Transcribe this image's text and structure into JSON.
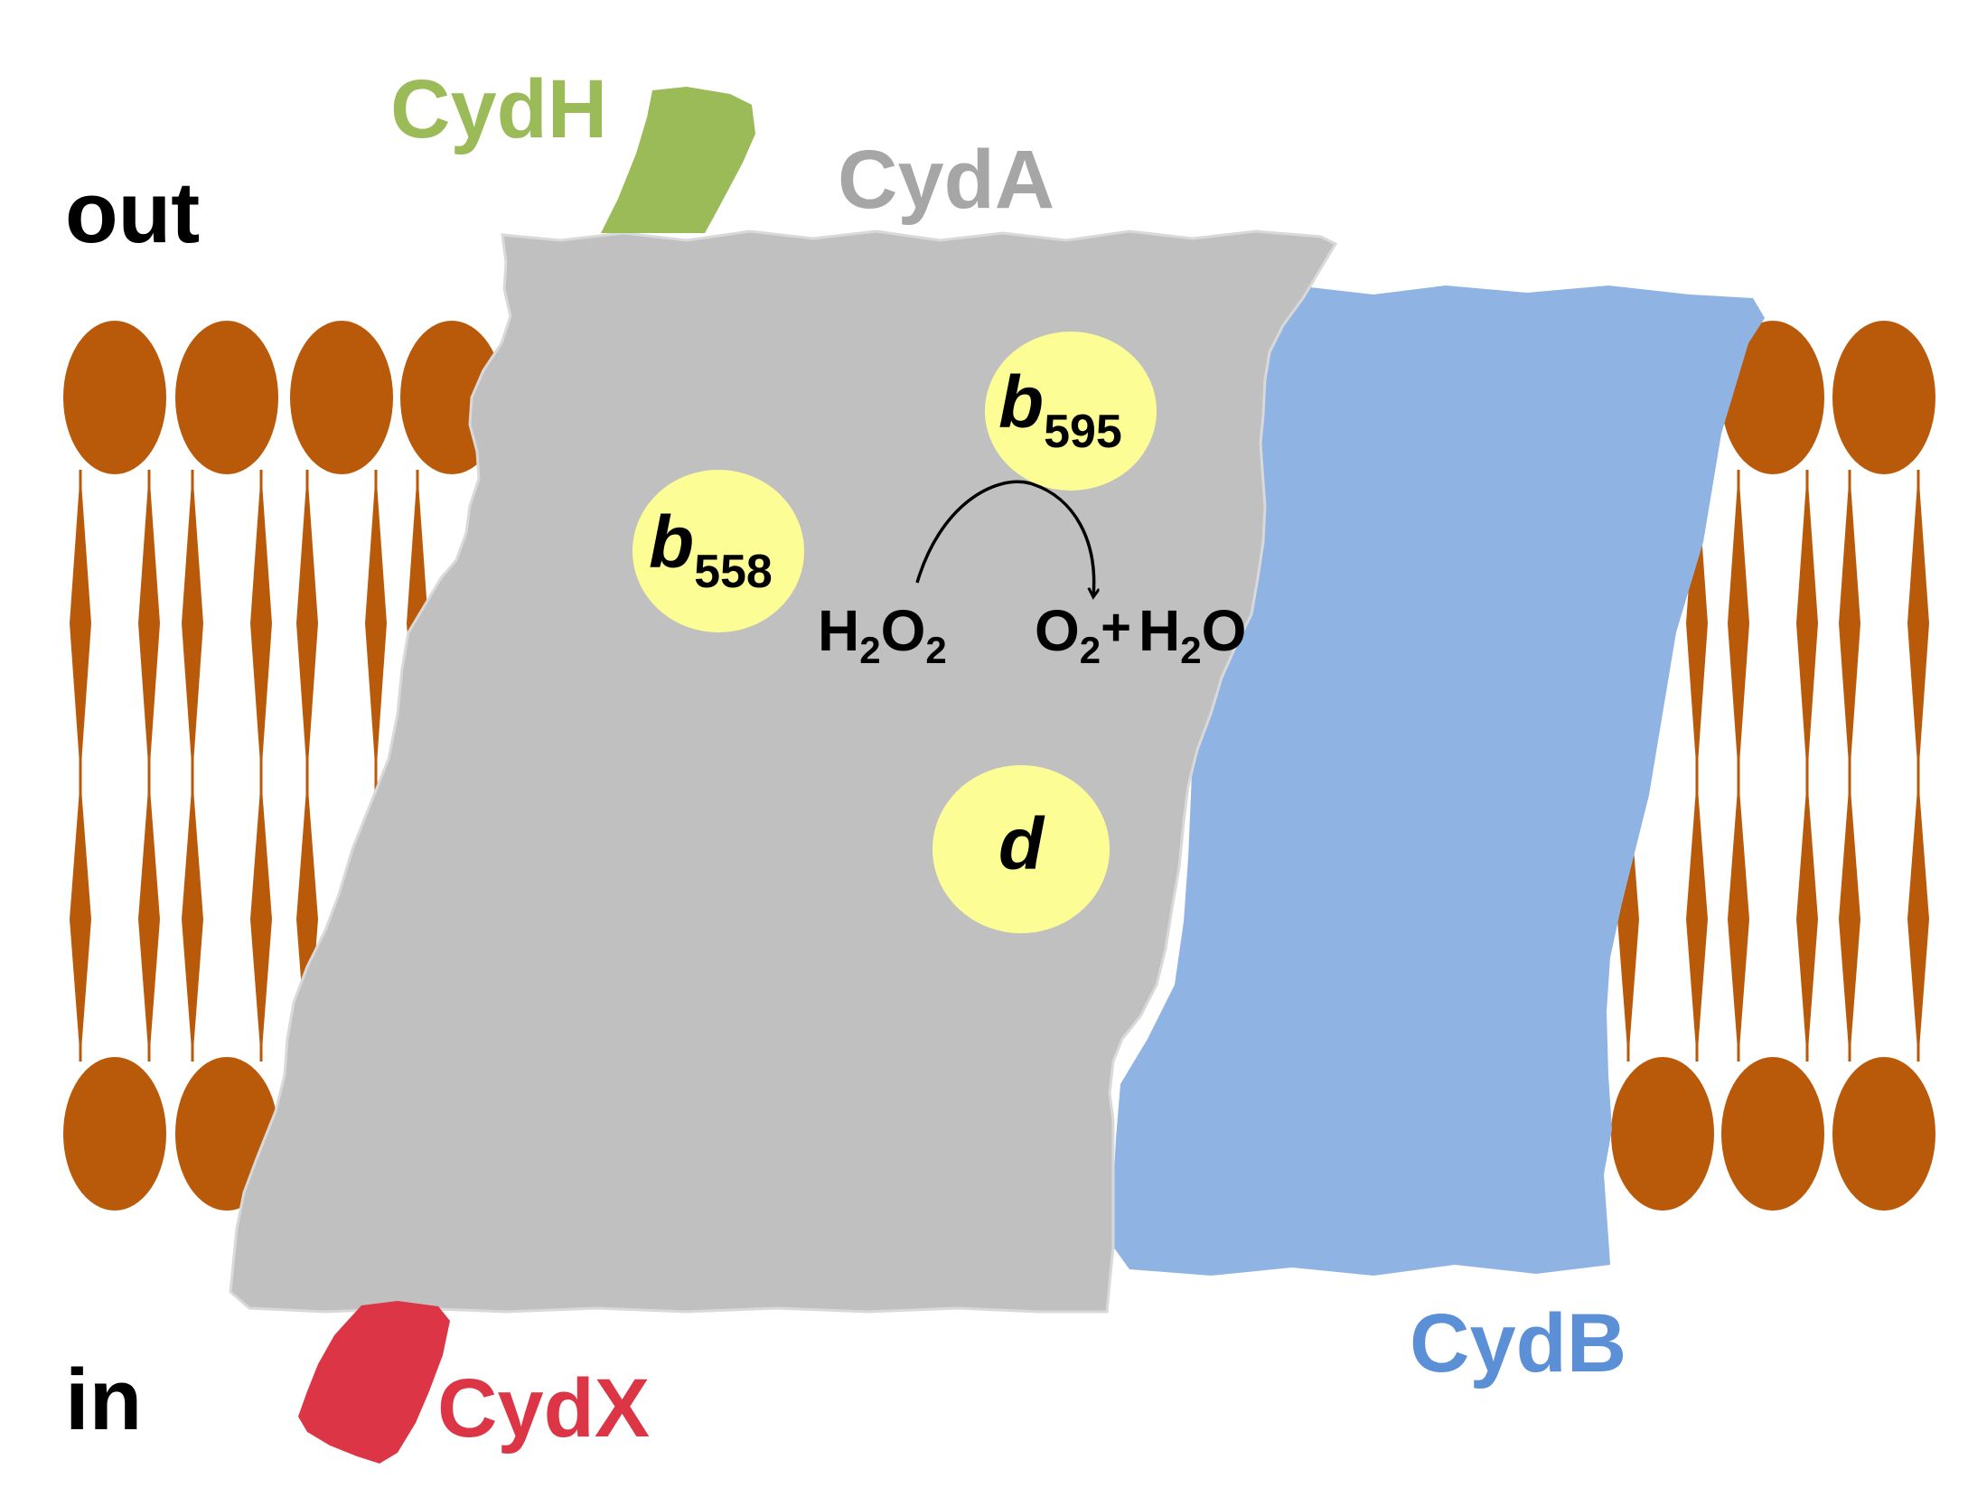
{
  "labels": {
    "out": "out",
    "in": "in",
    "cydh": "CydH",
    "cyda": "CydA",
    "cydb": "CydB",
    "cydx": "CydX"
  },
  "hemes": {
    "b558": {
      "letter": "b",
      "subscript": "558"
    },
    "b595": {
      "letter": "b",
      "subscript": "595"
    },
    "d": {
      "letter": "d"
    }
  },
  "reaction": {
    "substrate": {
      "h": "H",
      "two1": "2",
      "o": "O",
      "two2": "2"
    },
    "products": {
      "o": "O",
      "two": "2",
      "plus": "+",
      "h": "H",
      "two2": "2",
      "o2": "O"
    }
  },
  "colors": {
    "lipid": "#b95a0b",
    "cyda": "#c0c0c0",
    "cydb": "#8fb3e2",
    "cydh": "#9bbb59",
    "cydx": "#dc3545",
    "heme": "#fdfd96",
    "cyda_label": "#a6a6a6",
    "cydb_label": "#5b8fd6",
    "cydh_label": "#9bbb59",
    "cydx_label": "#dc3545",
    "text": "#000000"
  }
}
